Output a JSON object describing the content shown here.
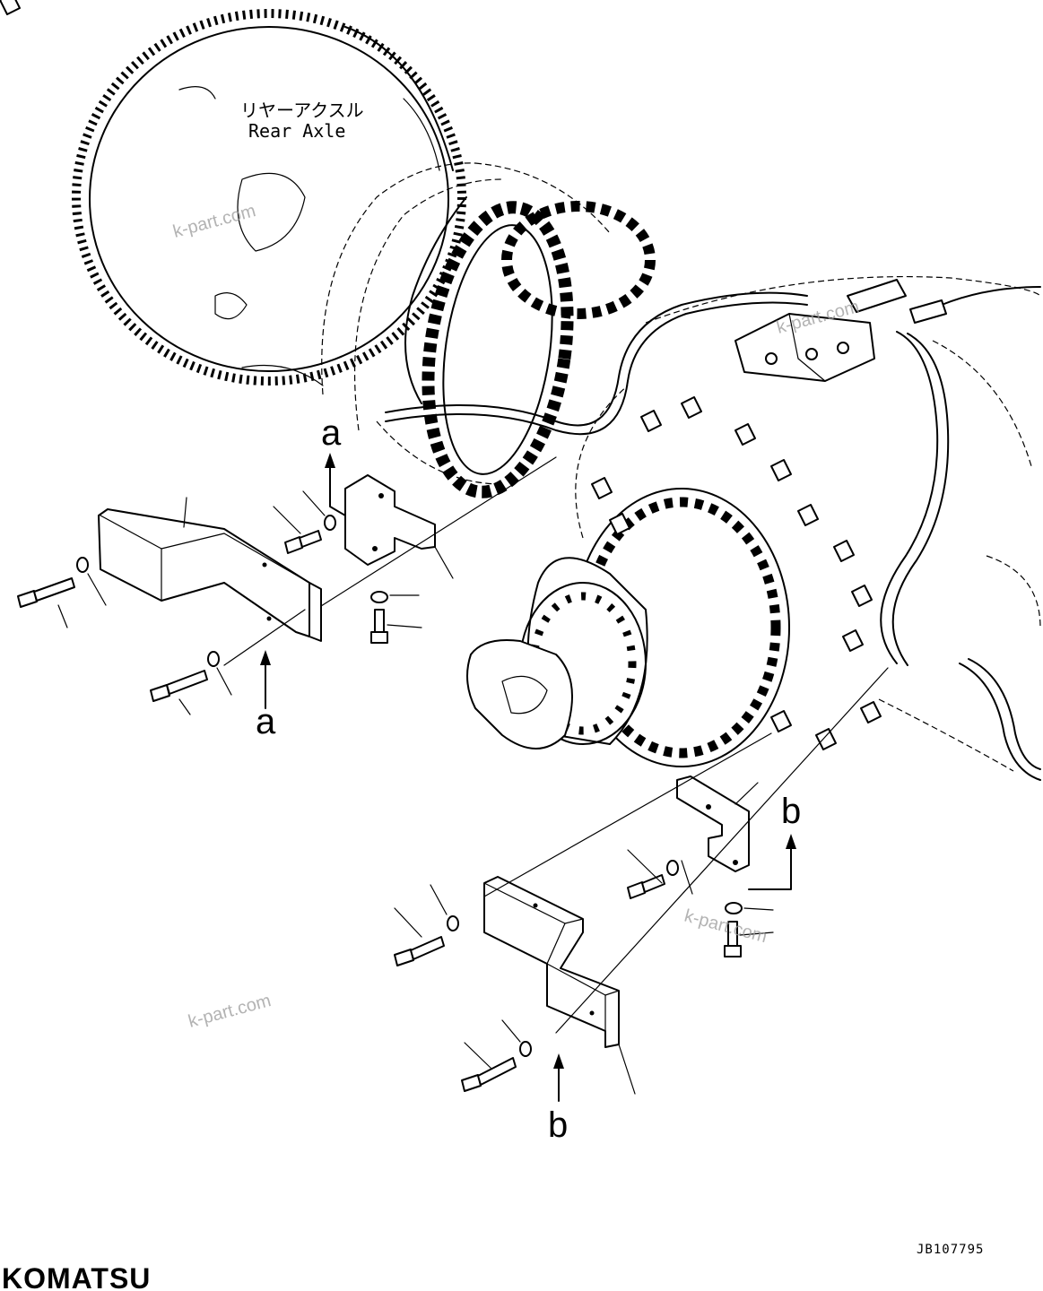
{
  "diagram": {
    "component_label_ja": "リヤーアクスル",
    "component_label_en": "Rear Axle",
    "view_refs": {
      "a_upper": "a",
      "a_lower": "a",
      "b_upper": "b",
      "b_lower": "b"
    },
    "watermarks": [
      "k-part.com",
      "k-part.com",
      "k-part.com",
      "k-part.com"
    ],
    "drawing_code": "JB107795",
    "brand": "KOMATSU"
  }
}
